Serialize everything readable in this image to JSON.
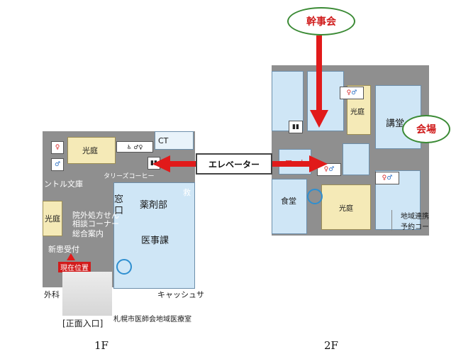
{
  "floor_labels": {
    "left": "1F",
    "right": "2F"
  },
  "bubbles": {
    "top": "幹事会",
    "right": "会場"
  },
  "elevator_label": "エレベーター",
  "floor1": {
    "rooms": {
      "courtyard_top": "光庭",
      "courtyard_left": "光庭",
      "ct": "CT",
      "center_library": "ントル文庫",
      "tullys": "タリーズコーヒー",
      "emergency": "救",
      "pharmacy": "薬剤部",
      "medical_affairs": "医事課",
      "window": "窓口",
      "outpatient_rx": "院外処方せん",
      "consult_corner": "相談コーナー",
      "info": "総合案内",
      "new_patient": "新患受付",
      "current_location": "現在位置",
      "surgery": "外科",
      "cashier": "キャッシュサ",
      "sapporo_room": "札幌市医師会地域医療室",
      "entrance": "[正面入口]"
    }
  },
  "floor2": {
    "rooms": {
      "courtyard_a": "光庭",
      "courtyard_b": "光庭",
      "lecture_hall": "講堂",
      "cafeteria": "食堂",
      "mart": "マート",
      "regional_1": "地域連携",
      "regional_2": "予約コー"
    }
  },
  "colors": {
    "arrow": "#e11a1a",
    "bubble_border": "#3a8a34",
    "room_blue": "#cfe6f6",
    "room_yellow": "#f5eab7",
    "corridor": "#8f8f8f",
    "elevator_ring": "#2f8fd0"
  }
}
